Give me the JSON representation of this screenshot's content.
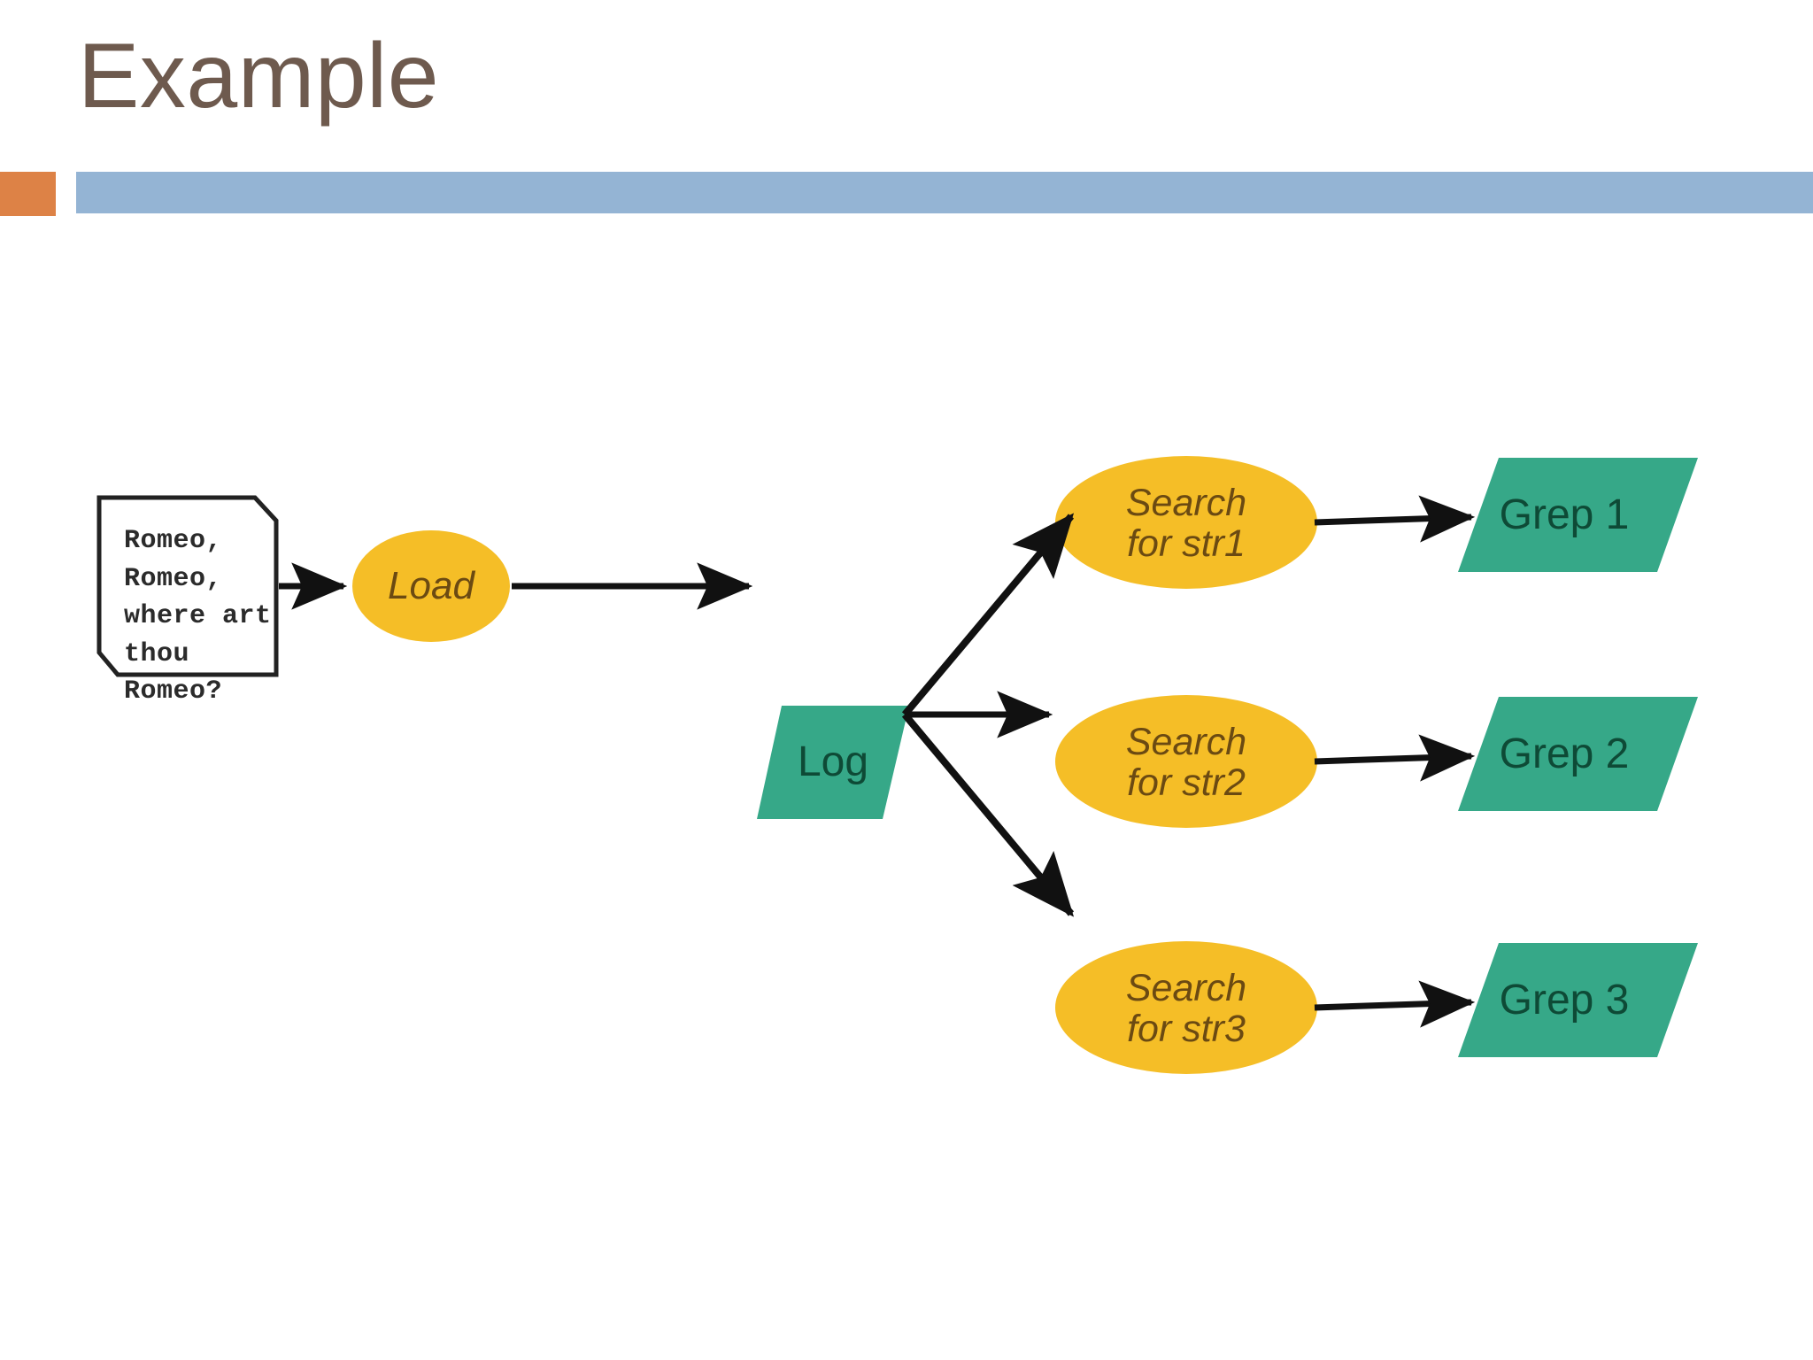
{
  "slide": {
    "title": "Example",
    "title_color": "#6E5A4E",
    "accent_block_color": "#DD8246",
    "rule_bar_color": "#94B4D4",
    "background_color": "#FFFFFF"
  },
  "palette": {
    "ellipse_fill": "#F5BE27",
    "ellipse_text": "#6B4A12",
    "parallelogram_fill": "#36A888",
    "parallelogram_text": "#0E4A36",
    "document_stroke": "#222222",
    "document_fill": "#FFFFFF",
    "arrow_color": "#111111"
  },
  "diagram": {
    "type": "flowchart",
    "nodes": [
      {
        "id": "input-document",
        "shape": "document",
        "label": "Romeo,\nRomeo,\nwhere art\nthou Romeo?",
        "role": "data-source"
      },
      {
        "id": "load",
        "shape": "ellipse",
        "label": "Load",
        "role": "operation"
      },
      {
        "id": "log",
        "shape": "parallelogram",
        "label": "Log",
        "role": "dataset"
      },
      {
        "id": "search-str1",
        "shape": "ellipse",
        "label": "Search\nfor str1",
        "role": "operation"
      },
      {
        "id": "search-str2",
        "shape": "ellipse",
        "label": "Search\nfor str2",
        "role": "operation"
      },
      {
        "id": "search-str3",
        "shape": "ellipse",
        "label": "Search\nfor str3",
        "role": "operation"
      },
      {
        "id": "grep-1",
        "shape": "parallelogram",
        "label": "Grep 1",
        "role": "dataset"
      },
      {
        "id": "grep-2",
        "shape": "parallelogram",
        "label": "Grep 2",
        "role": "dataset"
      },
      {
        "id": "grep-3",
        "shape": "parallelogram",
        "label": "Grep 3",
        "role": "dataset"
      }
    ],
    "edges": [
      {
        "id": "edge-doc-load",
        "from": "input-document",
        "to": "load"
      },
      {
        "id": "edge-load-log",
        "from": "load",
        "to": "log"
      },
      {
        "id": "edge-log-search1",
        "from": "log",
        "to": "search-str1"
      },
      {
        "id": "edge-log-search2",
        "from": "log",
        "to": "search-str2"
      },
      {
        "id": "edge-log-search3",
        "from": "log",
        "to": "search-str3"
      },
      {
        "id": "edge-search1-grep1",
        "from": "search-str1",
        "to": "grep-1"
      },
      {
        "id": "edge-search2-grep2",
        "from": "search-str2",
        "to": "grep-2"
      },
      {
        "id": "edge-search3-grep3",
        "from": "search-str3",
        "to": "grep-3"
      }
    ]
  }
}
